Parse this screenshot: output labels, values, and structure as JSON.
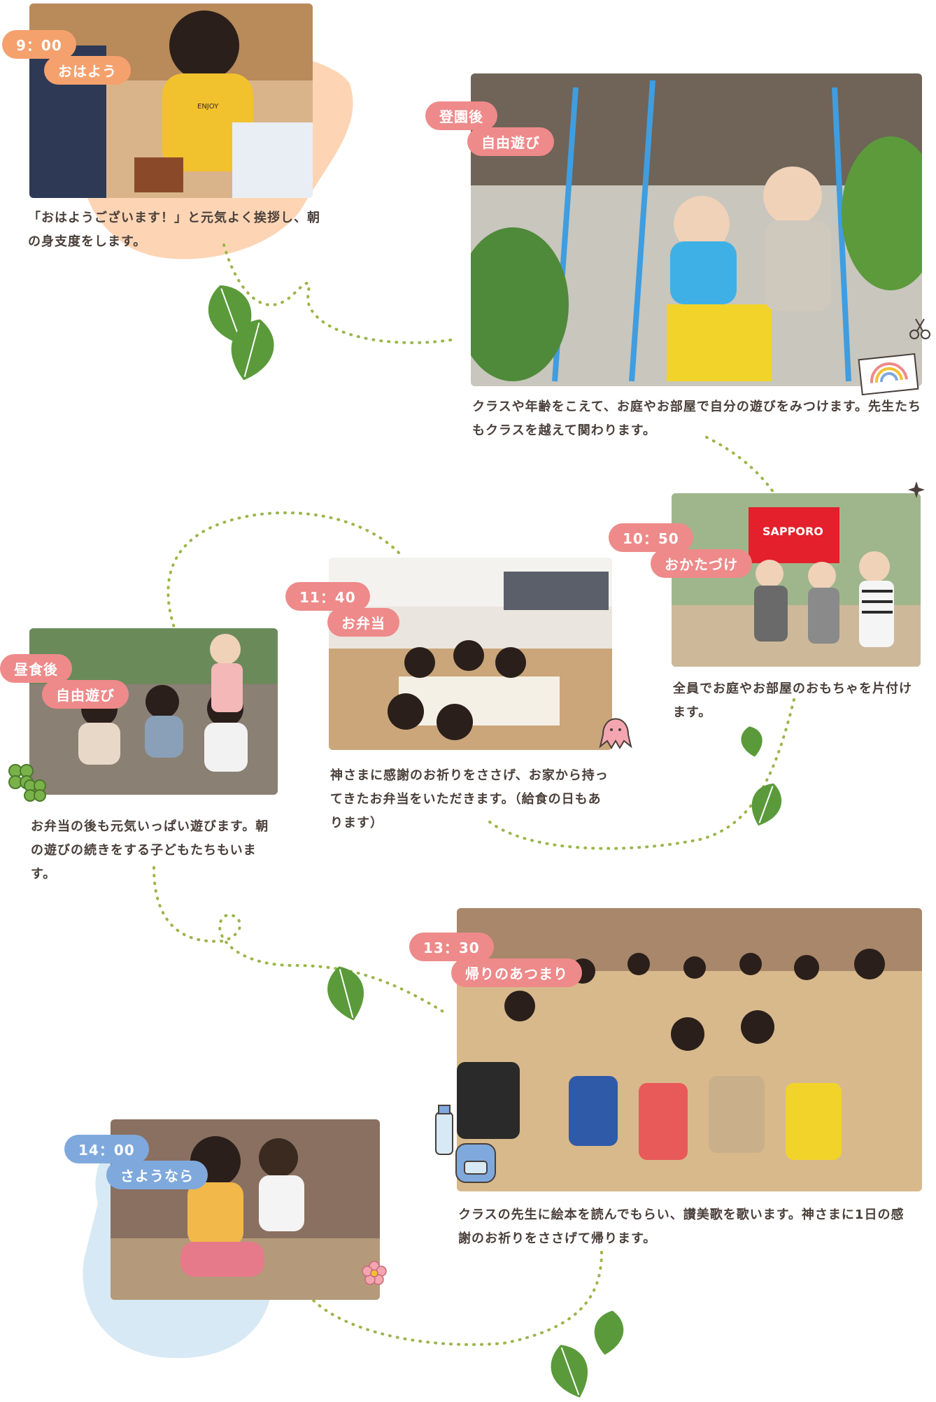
{
  "schedule": [
    {
      "time": "9：00",
      "title": "おはよう",
      "text": "「おはようございます！」と元気よく挨拶し、朝の身支度をします。"
    },
    {
      "time": "登園後",
      "title": "自由遊び",
      "text": "クラスや年齢をこえて、お庭やお部屋で自分の遊びをみつけます。先生たちもクラスを越えて関わります。"
    },
    {
      "time": "10：50",
      "title": "おかたづけ",
      "text": "全員でお庭やお部屋のおもちゃを片付けます。"
    },
    {
      "time": "11：40",
      "title": "お弁当",
      "text": "神さまに感謝のお祈りをささげ、お家から持ってきたお弁当をいただきます。（給食の日もあります）"
    },
    {
      "time": "昼食後",
      "title": "自由遊び",
      "text": "お弁当の後も元気いっぱい遊びます。朝の遊びの続きをする子どもたちもいます。"
    },
    {
      "time": "13：30",
      "title": "帰りのあつまり",
      "text": "クラスの先生に絵本を読んでもらい、讃美歌を歌います。神さまに1日の感謝のお祈りをささげて帰ります。"
    },
    {
      "time": "14：00",
      "title": "さようなら",
      "text": ""
    }
  ],
  "photo_labels": {
    "crate": "SAPPORO",
    "shirt": "ENJOY"
  },
  "colors": {
    "orange": "#f5a16e",
    "pink": "#ee8a8a",
    "blue": "#7fa9dd",
    "path": "#9bb54a",
    "leaf": "#5a9a3a",
    "peach_blob": "#fdd5b4",
    "blue_blob": "#d7e9f4"
  },
  "icons": [
    "leaf-icon",
    "clover-icon",
    "flower-icon",
    "scissors-icon",
    "rainbow-card-icon",
    "sparkle-icon",
    "octopus-icon",
    "bottle-icon",
    "backpack-icon"
  ]
}
